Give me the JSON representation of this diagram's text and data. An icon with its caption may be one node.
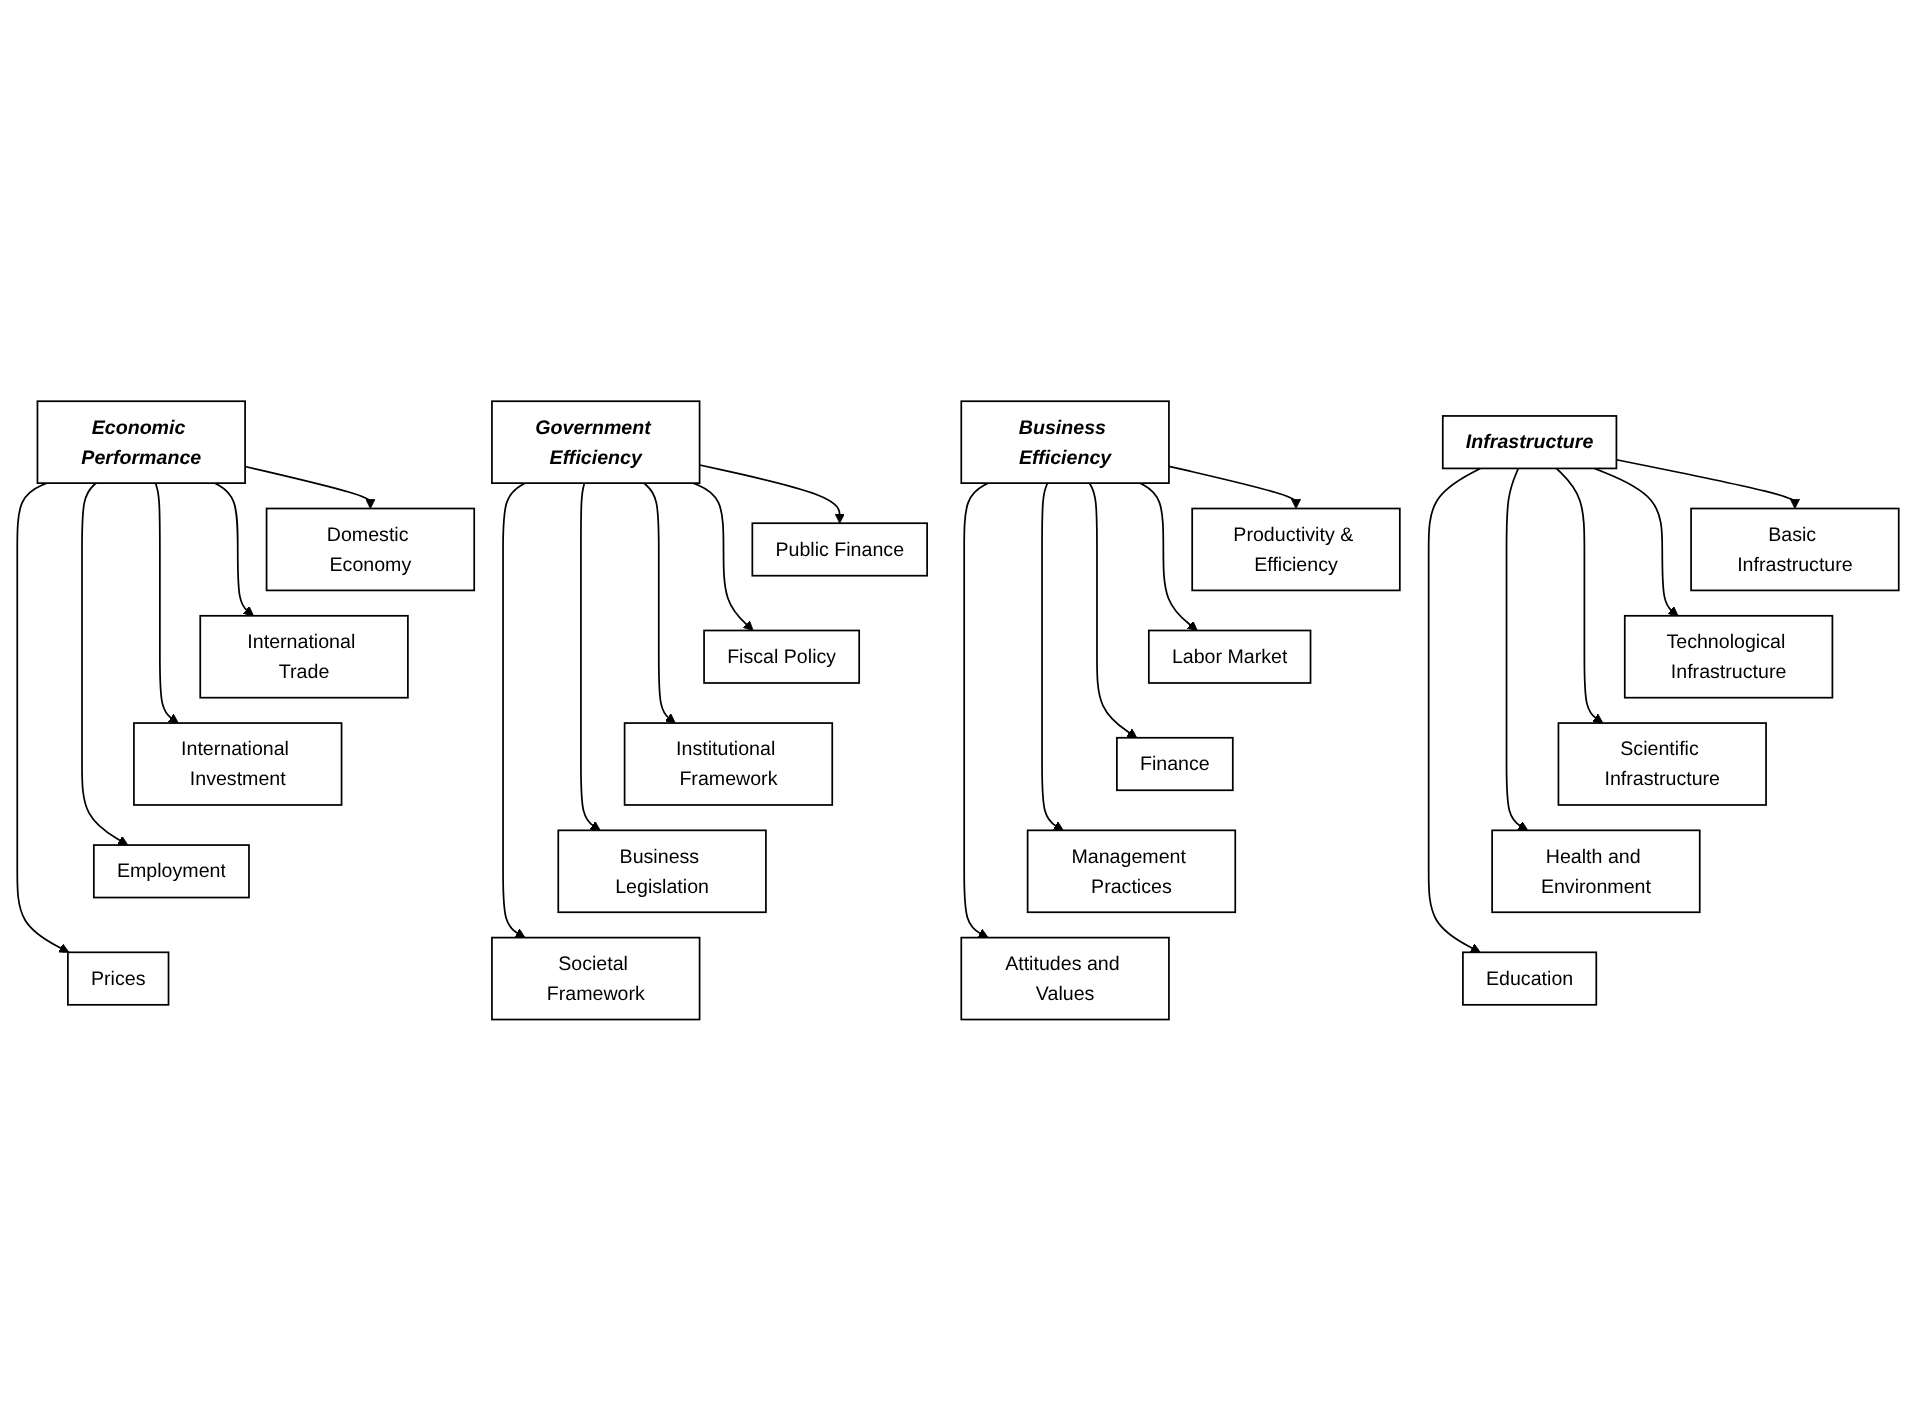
{
  "diagram": {
    "nodes": [
      {
        "text": [
          "Economic Performance"
        ]
      },
      {
        "text": [
          "Domestic Economy"
        ]
      },
      {
        "text": [
          "International Trade"
        ]
      },
      {
        "text": [
          "International Investment"
        ]
      },
      {
        "text": [
          "Employment"
        ]
      },
      {
        "text": [
          "Prices"
        ]
      },
      {
        "text": [
          "Government Efficiency"
        ]
      },
      {
        "text": [
          "Public Finance"
        ]
      },
      {
        "text": [
          "Fiscal Policy"
        ]
      },
      {
        "text": [
          "Institutional Framework"
        ]
      },
      {
        "text": [
          "Business Legislation"
        ]
      },
      {
        "text": [
          "Societal Framework"
        ]
      },
      {
        "text": [
          "Business Efficiency"
        ]
      },
      {
        "text": [
          "Productivity & Efficiency"
        ]
      },
      {
        "text": [
          "Labor Market"
        ]
      },
      {
        "text": [
          "Finance"
        ]
      },
      {
        "text": [
          "Management Practices"
        ]
      },
      {
        "text": [
          "Attitudes and Values"
        ]
      },
      {
        "text": [
          "Infrastructure"
        ]
      },
      {
        "text": [
          "Basic Infrastructure"
        ]
      },
      {
        "text": [
          "Technological Infrastructure"
        ]
      },
      {
        "text": [
          "Scientific Infrastructure"
        ]
      },
      {
        "text": [
          "Health and Environment"
        ]
      },
      {
        "text": [
          "Education"
        ]
      }
    ],
    "edges": [
      {
        "from": 0,
        "to": 1,
        "arrow": "to"
      },
      {
        "from": 0,
        "to": 2,
        "arrow": "to"
      },
      {
        "from": 0,
        "to": 3,
        "arrow": "to"
      },
      {
        "from": 0,
        "to": 4,
        "arrow": "to"
      },
      {
        "from": 0,
        "to": 5,
        "arrow": "to"
      },
      {
        "from": 6,
        "to": 7,
        "arrow": "to"
      },
      {
        "from": 6,
        "to": 8,
        "arrow": "to"
      },
      {
        "from": 6,
        "to": 9,
        "arrow": "to"
      },
      {
        "from": 6,
        "to": 10,
        "arrow": "to"
      },
      {
        "from": 6,
        "to": 11,
        "arrow": "to"
      },
      {
        "from": 12,
        "to": 13,
        "arrow": "to"
      },
      {
        "from": 12,
        "to": 14,
        "arrow": "to"
      },
      {
        "from": 12,
        "to": 15,
        "arrow": "to"
      },
      {
        "from": 12,
        "to": 16,
        "arrow": "to"
      },
      {
        "from": 12,
        "to": 17,
        "arrow": "to"
      },
      {
        "from": 18,
        "to": 19,
        "arrow": "to"
      },
      {
        "from": 18,
        "to": 20,
        "arrow": "to"
      },
      {
        "from": 18,
        "to": 21,
        "arrow": "to"
      },
      {
        "from": 18,
        "to": 22,
        "arrow": "to"
      },
      {
        "from": 18,
        "to": 23,
        "arrow": "to"
      }
    ]
  }
}
